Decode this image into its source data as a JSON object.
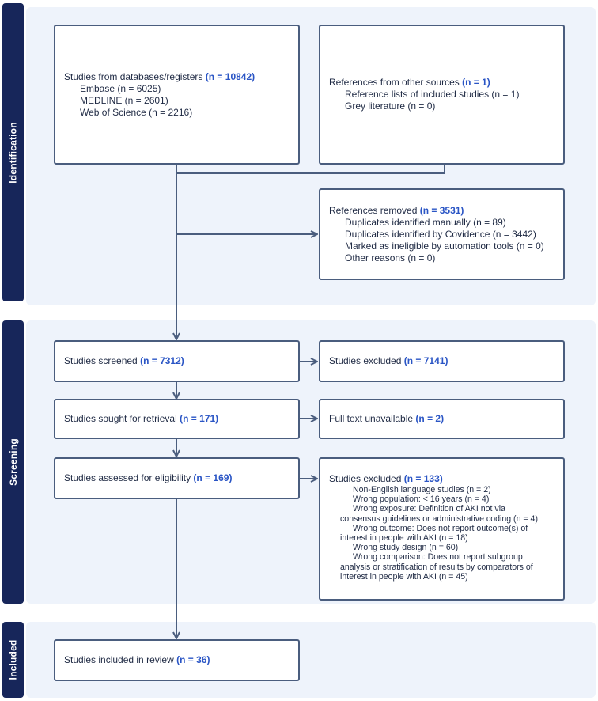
{
  "colors": {
    "panel_bg": "#eef3fb",
    "sidebar_bg": "#17265a",
    "box_border": "#4a5d7e",
    "highlight": "#2a55c5",
    "arrow": "#4a5d7e"
  },
  "sections": {
    "identification": "Identification",
    "screening": "Screening",
    "included": "Included"
  },
  "databases": {
    "label": "Studies from databases/registers",
    "count": "(n = 10842)",
    "items": [
      "Embase (n = 6025)",
      "MEDLINE (n = 2601)",
      "Web of Science (n = 2216)"
    ]
  },
  "other_sources": {
    "label": "References from other sources",
    "count": "(n = 1)",
    "items": [
      "Reference lists of included studies (n = 1)",
      "Grey literature (n = 0)"
    ]
  },
  "removed": {
    "label": "References removed",
    "count": "(n = 3531)",
    "items": [
      "Duplicates identified manually (n = 89)",
      "Duplicates identified by Covidence (n = 3442)",
      "Marked as ineligible by automation tools (n = 0)",
      "Other reasons (n = 0)"
    ]
  },
  "screened": {
    "label": "Studies screened",
    "count": "(n = 7312)"
  },
  "excluded_screening": {
    "label": "Studies excluded",
    "count": "(n = 7141)"
  },
  "retrieval": {
    "label": "Studies sought for retrieval",
    "count": "(n = 171)"
  },
  "unavailable": {
    "label": "Full text unavailable",
    "count": "(n = 2)"
  },
  "eligibility": {
    "label": "Studies assessed for eligibility",
    "count": "(n = 169)"
  },
  "excluded_eligibility": {
    "label": "Studies excluded",
    "count": "(n = 133)",
    "lines": [
      "Non-English language studies (n = 2)",
      "Wrong population: < 16 years (n = 4)",
      "Wrong exposure: Definition of AKI not via",
      "consensus guidelines or administrative coding (n = 4)",
      "Wrong outcome: Does not report outcome(s) of",
      "interest in people with AKI (n = 18)",
      "Wrong study design (n = 60)",
      "Wrong comparison: Does not report subgroup",
      "analysis or stratification of results by comparators of",
      "interest in people with AKI  (n = 45)"
    ]
  },
  "included": {
    "label": "Studies included in review",
    "count": "(n = 36)"
  }
}
